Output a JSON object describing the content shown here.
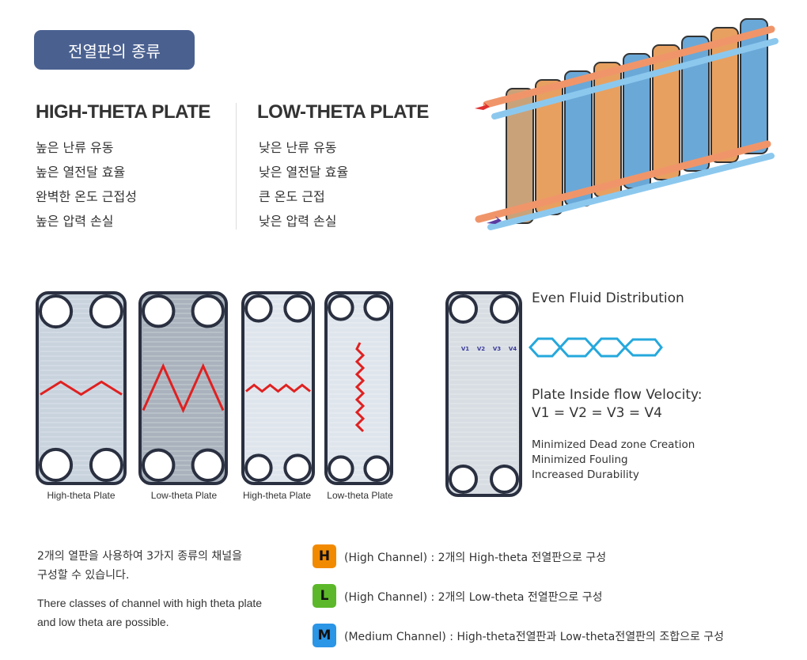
{
  "header": {
    "title": "전열판의 종류"
  },
  "high": {
    "title": "HIGH-THETA PLATE",
    "items": [
      "높은 난류 유동",
      "높은 열전달 효율",
      "완벽한 온도 근접성",
      "높은 압력 손실"
    ]
  },
  "low": {
    "title": "LOW-THETA PLATE",
    "items": [
      "낮은 난류 유동",
      "낮은 열전달 효율",
      "큰 온도 근접",
      "낮은 압력 손실"
    ]
  },
  "plates": {
    "captions": [
      "High-theta Plate",
      "Low-theta Plate",
      "High-theta Plate",
      "Low-theta Plate"
    ]
  },
  "distribution": {
    "title": "Even Fluid Distribution",
    "velocity_title": "Plate Inside flow Velocity:",
    "velocity_eq": "V1 = V2 = V3 = V4",
    "labels": [
      "V1",
      "V2",
      "V3",
      "V4"
    ],
    "benefits": [
      "Minimized Dead zone Creation",
      "Minimized Fouling",
      "Increased Durability"
    ]
  },
  "channels": {
    "intro_ko_1": "2개의 열판을 사용하여 3가지 종류의 채널을",
    "intro_ko_2": "구성할 수 있습니다.",
    "intro_en_1": "There classes of channel with high theta plate",
    "intro_en_2": "and low theta are possible.",
    "items": [
      {
        "badge": "H",
        "color": "#f28a00",
        "text": "(High Channel) : 2개의 High-theta 전열판으로 구성"
      },
      {
        "badge": "L",
        "color": "#5cb82a",
        "text": "(High Channel) : 2개의 Low-theta 전열판으로 구성"
      },
      {
        "badge": "M",
        "color": "#2b95e6",
        "text": "(Medium Channel) : High-theta전열판과 Low-theta전열판의 조합으로 구성"
      }
    ]
  }
}
